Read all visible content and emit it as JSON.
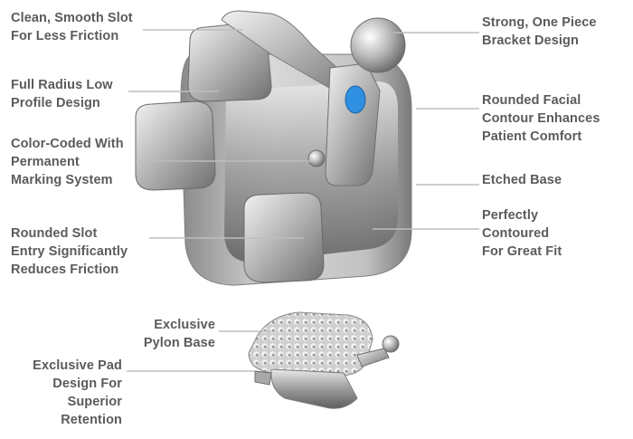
{
  "labels": {
    "clean_smooth_slot": "Clean, Smooth Slot\nFor Less Friction",
    "full_radius": "Full Radius Low\nProfile Design",
    "color_coded": "Color-Coded With\nPermanent\nMarking System",
    "rounded_slot_entry": "Rounded Slot\nEntry Significantly\nReduces Friction",
    "one_piece": "Strong, One Piece\nBracket Design",
    "rounded_facial": "Rounded Facial\nContour Enhances\nPatient Comfort",
    "etched_base": "Etched Base",
    "perfectly_contoured": "Perfectly\nContoured\nFor Great Fit",
    "pylon_base": "Exclusive\nPylon Base",
    "exclusive_pad": "Exclusive Pad\nDesign For\nSuperior\nRetention"
  },
  "colors": {
    "label_text": "#5b5b5b",
    "leader_line": "#bdbdbd",
    "marker_blue": "#2f8fe0",
    "metal_light": "#e6e6e6",
    "metal_mid": "#a7a7a7",
    "metal_dark": "#6b6b6b"
  }
}
